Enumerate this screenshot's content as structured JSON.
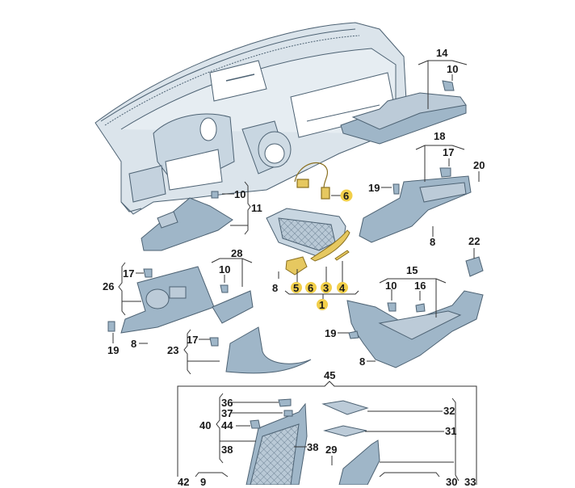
{
  "diagram": {
    "title": "Dashboard trim panels exploded parts diagram",
    "colors": {
      "part_fill": "#9fb6c8",
      "part_fill_light": "#d3dee7",
      "part_stroke": "#4d6273",
      "highlight": "#f2cf4a",
      "highlight_part": "#e6c860",
      "leader": "#333333",
      "background": "#ffffff"
    },
    "callouts": {
      "c14": "14",
      "c10a": "10",
      "c18": "18",
      "c17a": "17",
      "c20": "20",
      "c19a": "19",
      "c8a": "8",
      "c22": "22",
      "c10b": "10",
      "c11": "11",
      "c6a": "6",
      "c28": "28",
      "c10c": "10",
      "c26": "26",
      "c17b": "17",
      "c8b": "8",
      "c5": "5",
      "c6b": "6",
      "c3": "3",
      "c4": "4",
      "c1": "1",
      "c15": "15",
      "c10d": "10",
      "c16": "16",
      "c19b": "19",
      "c8c": "8",
      "c19c": "19",
      "c8d": "8",
      "c23": "23",
      "c17c": "17",
      "c45": "45",
      "c36": "36",
      "c37": "37",
      "c40": "40",
      "c44": "44",
      "c38a": "38",
      "c38b": "38",
      "c32": "32",
      "c31": "31",
      "c29": "29",
      "c42": "42",
      "c9": "9",
      "c30": "30",
      "c33": "33"
    }
  }
}
